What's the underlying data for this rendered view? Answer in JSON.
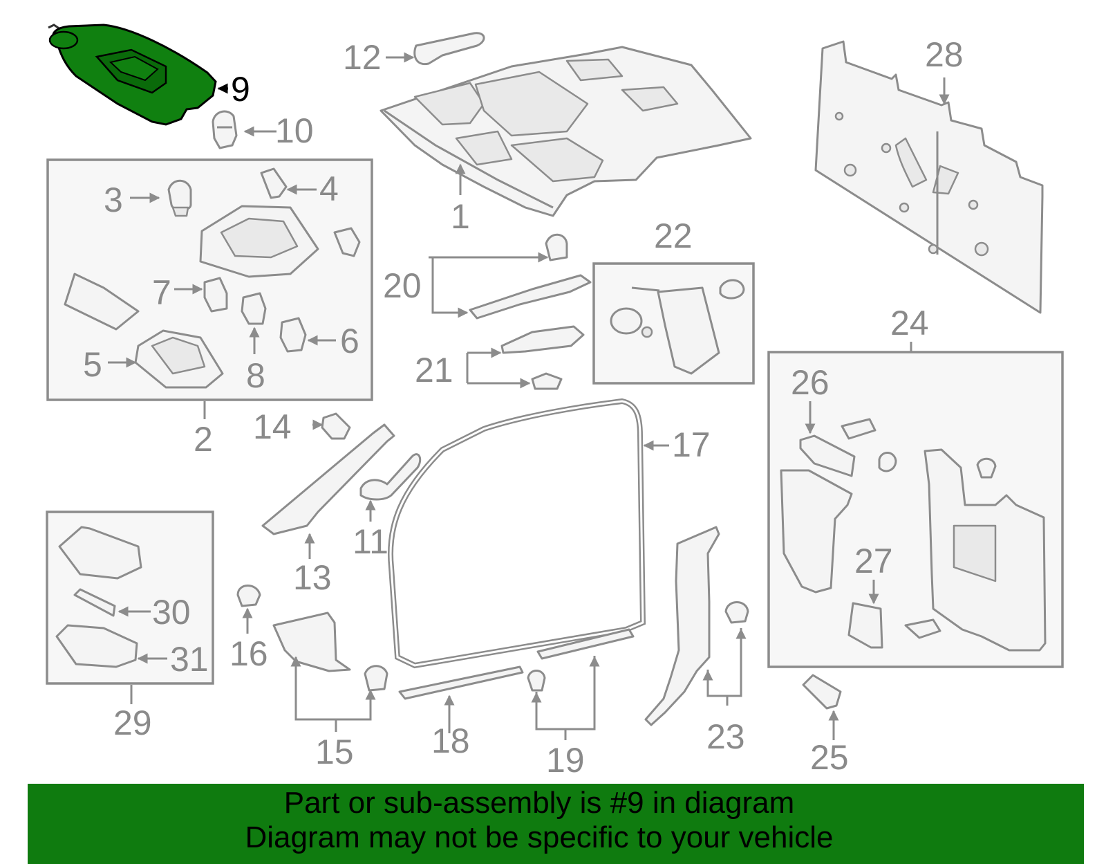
{
  "diagram": {
    "highlight_color": "#0f7b0f",
    "callouts": [
      {
        "id": "1",
        "text": "1"
      },
      {
        "id": "2",
        "text": "2"
      },
      {
        "id": "3",
        "text": "3"
      },
      {
        "id": "4",
        "text": "4"
      },
      {
        "id": "5",
        "text": "5"
      },
      {
        "id": "6",
        "text": "6"
      },
      {
        "id": "7",
        "text": "7"
      },
      {
        "id": "8",
        "text": "8"
      },
      {
        "id": "9",
        "text": "9"
      },
      {
        "id": "10",
        "text": "10"
      },
      {
        "id": "11",
        "text": "11"
      },
      {
        "id": "12",
        "text": "12"
      },
      {
        "id": "13",
        "text": "13"
      },
      {
        "id": "14",
        "text": "14"
      },
      {
        "id": "15",
        "text": "15"
      },
      {
        "id": "16",
        "text": "16"
      },
      {
        "id": "17",
        "text": "17"
      },
      {
        "id": "18",
        "text": "18"
      },
      {
        "id": "19",
        "text": "19"
      },
      {
        "id": "20",
        "text": "20"
      },
      {
        "id": "21",
        "text": "21"
      },
      {
        "id": "22",
        "text": "22"
      },
      {
        "id": "23",
        "text": "23"
      },
      {
        "id": "24",
        "text": "24"
      },
      {
        "id": "25",
        "text": "25"
      },
      {
        "id": "26",
        "text": "26"
      },
      {
        "id": "27",
        "text": "27"
      },
      {
        "id": "28",
        "text": "28"
      },
      {
        "id": "29",
        "text": "29"
      },
      {
        "id": "30",
        "text": "30"
      },
      {
        "id": "31",
        "text": "31"
      }
    ]
  },
  "banner": {
    "color": "#0f7b0f",
    "line1": "Part or sub-assembly is #9 in diagram",
    "line2": "Diagram may not be specific to your vehicle"
  }
}
